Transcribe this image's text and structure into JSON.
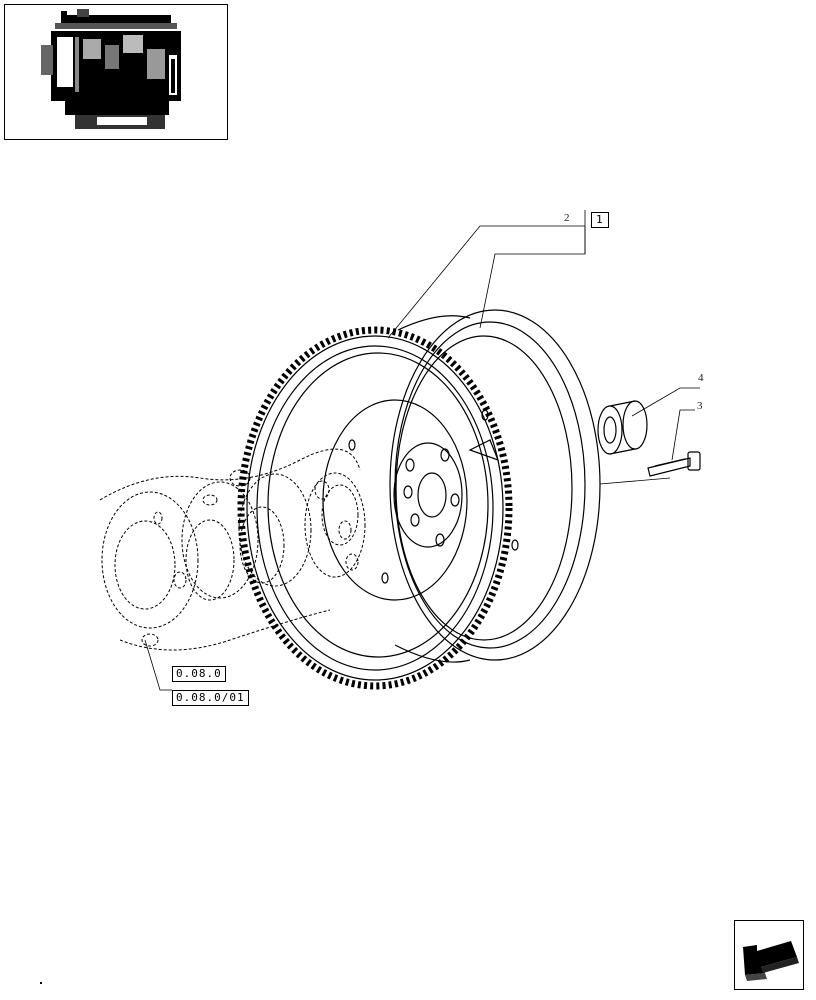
{
  "callouts": {
    "part_2": "2",
    "part_1": "1",
    "part_4": "4",
    "part_3": "3"
  },
  "references": {
    "ref_1": "0.08.0",
    "ref_2": "0.08.0/01"
  },
  "icons": {
    "nav": "next-page-arrow-icon",
    "thumbnail": "engine-thumbnail"
  }
}
